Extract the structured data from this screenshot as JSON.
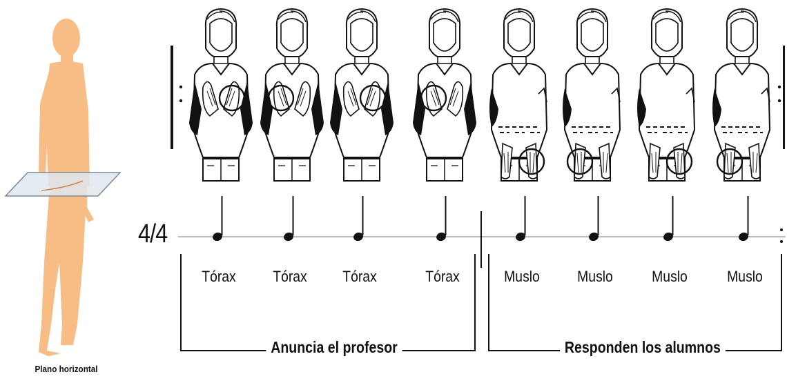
{
  "caption": "Plano horizontal",
  "meter": "4/4",
  "group_left_title": "Anuncia el profesor",
  "group_right_title": "Responden los alumnos",
  "beats": [
    {
      "label": "Tórax",
      "pose": "chest",
      "circle_side": "right"
    },
    {
      "label": "Tórax",
      "pose": "chest",
      "circle_side": "left"
    },
    {
      "label": "Tórax",
      "pose": "chest",
      "circle_side": "right"
    },
    {
      "label": "Tórax",
      "pose": "chest",
      "circle_side": "left"
    },
    {
      "label": "Muslo",
      "pose": "thigh",
      "circle_side": "right"
    },
    {
      "label": "Muslo",
      "pose": "thigh",
      "circle_side": "left"
    },
    {
      "label": "Muslo",
      "pose": "thigh",
      "circle_side": "right"
    },
    {
      "label": "Muslo",
      "pose": "thigh",
      "circle_side": "left"
    }
  ],
  "colors": {
    "silhouette": "#f7bd84",
    "plane": "#dfe7ee",
    "ink": "#111111",
    "staff_line": "#bbbbbb"
  }
}
